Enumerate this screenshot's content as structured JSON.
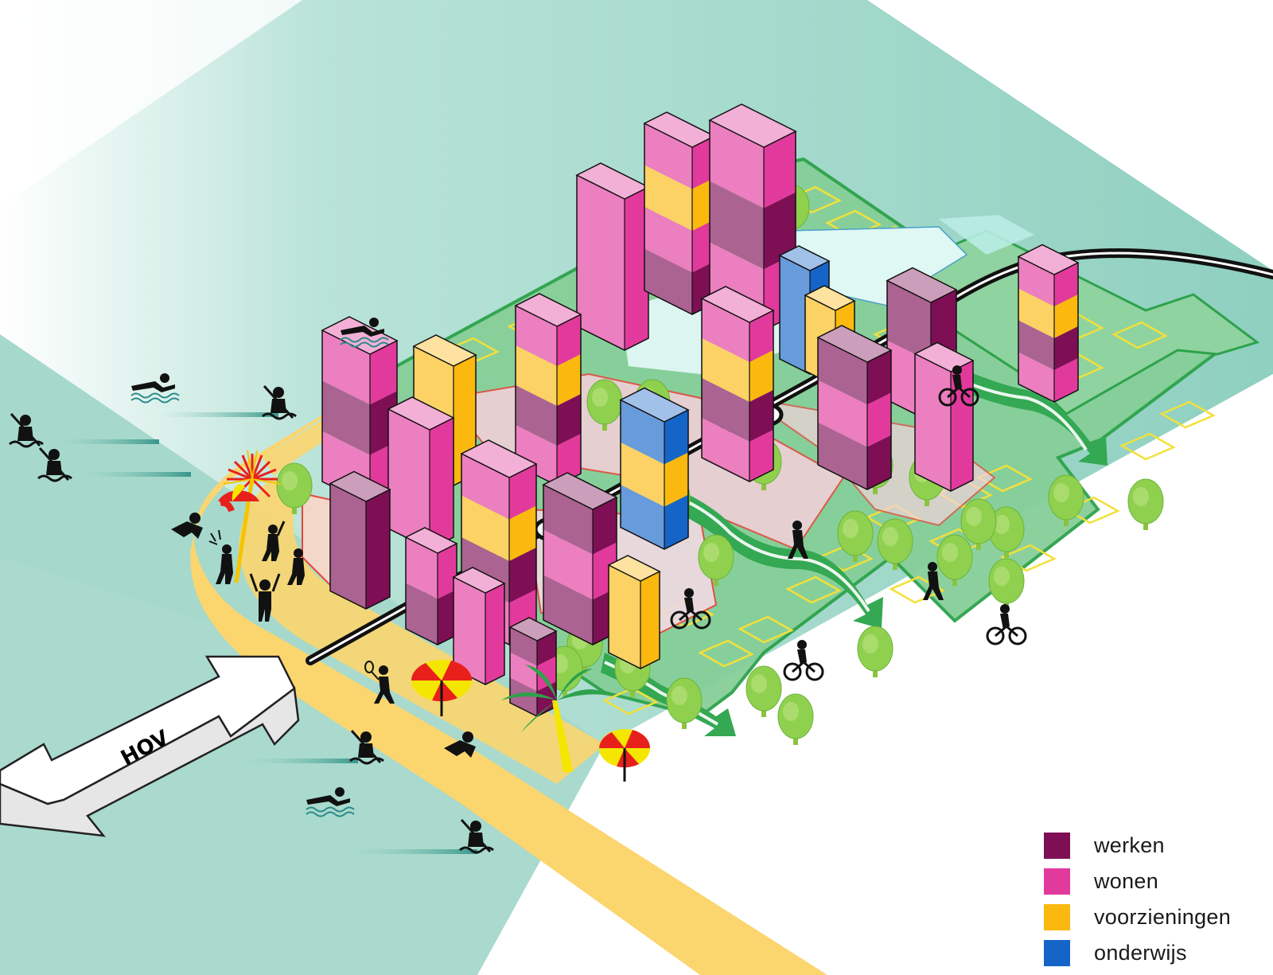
{
  "diagram": {
    "hov_label": "HOV"
  },
  "legend": {
    "items": [
      {
        "label": "werken",
        "color": "#7e0f55"
      },
      {
        "label": "wonen",
        "color": "#e23a9c"
      },
      {
        "label": "voorzieningen",
        "color": "#fbb910"
      },
      {
        "label": "onderwijs",
        "color": "#1565c8"
      }
    ]
  },
  "colors": {
    "water": "#9fd6c6",
    "beach": "#fbd56e",
    "green_area": "#7cc98f",
    "green_arrow": "#34a853",
    "water_channel": "#d8f6f1",
    "road": "#111111",
    "plaza": "#f4d6dc"
  },
  "icons": [
    "swimmer-icon",
    "kayaker-icon",
    "cyclist-icon",
    "pedestrian-icon",
    "tennis-player-icon",
    "parasol-icon",
    "palm-tree-icon",
    "fireworks-icon",
    "party-people-icon",
    "tree-icon"
  ]
}
